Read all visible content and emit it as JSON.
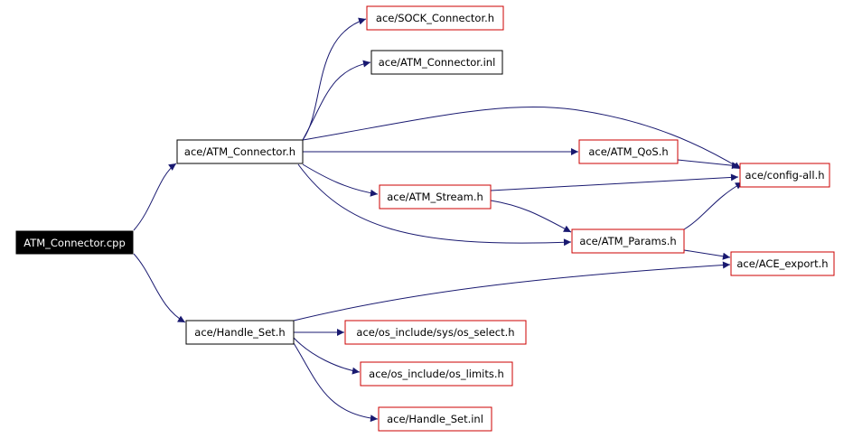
{
  "colors": {
    "edge": "#191970",
    "node_plain_border": "#000000",
    "node_link_border": "#cc0000",
    "root_fill": "#000000",
    "root_text": "#ffffff"
  },
  "nodes": {
    "root": "ATM_Connector.cpp",
    "atm_connector_h": "ace/ATM_Connector.h",
    "handle_set_h": "ace/Handle_Set.h",
    "sock_connector_h": "ace/SOCK_Connector.h",
    "atm_connector_inl": "ace/ATM_Connector.inl",
    "atm_qos_h": "ace/ATM_QoS.h",
    "atm_stream_h": "ace/ATM_Stream.h",
    "atm_params_h": "ace/ATM_Params.h",
    "config_all_h": "ace/config-all.h",
    "ace_export_h": "ace/ACE_export.h",
    "os_select_h": "ace/os_include/sys/os_select.h",
    "os_limits_h": "ace/os_include/os_limits.h",
    "handle_set_inl": "ace/Handle_Set.inl"
  }
}
